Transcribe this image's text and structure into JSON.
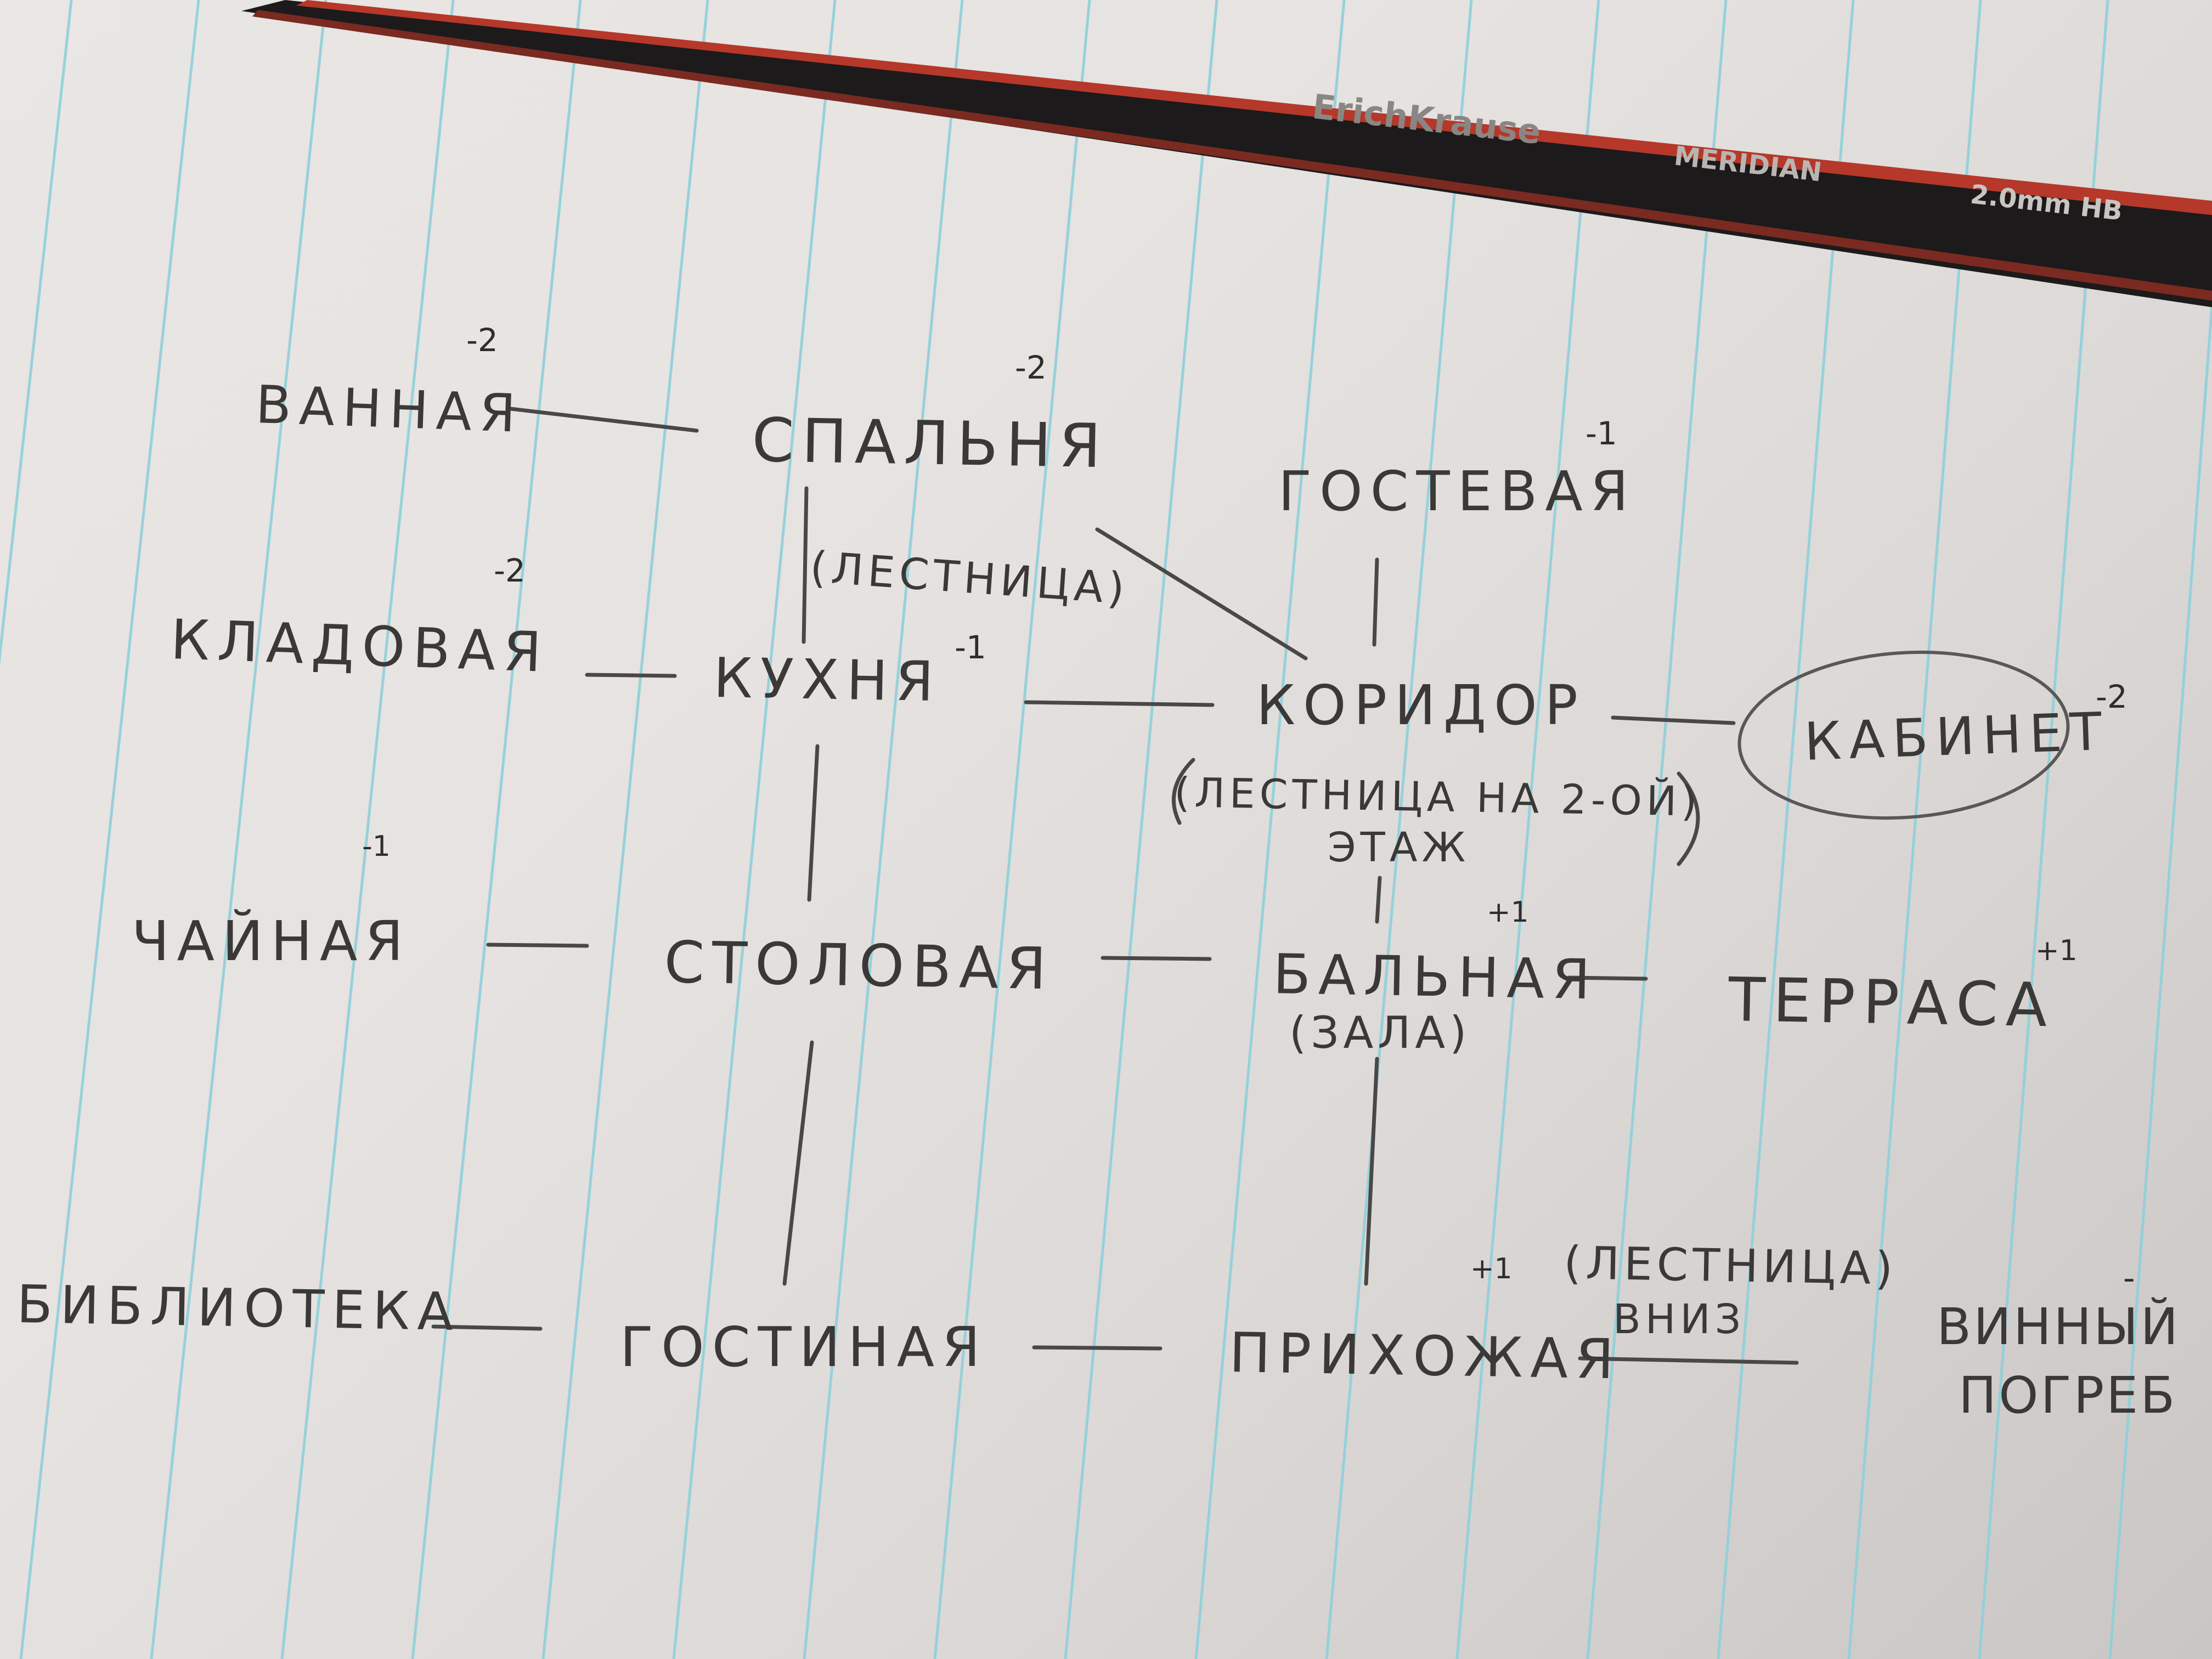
{
  "pencil": {
    "brand": "ErichKrause",
    "model": "MERIDIAN",
    "spec": "2.0mm HB",
    "body_color": "#1c1a1a",
    "stripe_color": "#b5382a"
  },
  "paper": {
    "rule_color": "#8fd0dc",
    "ink_color": "#3b3937"
  },
  "diagram": {
    "nodes": {
      "vannaya": {
        "label": "ВАННАЯ",
        "mark": "-2"
      },
      "spalnya": {
        "label": "СПАЛЬНЯ",
        "mark": "-2"
      },
      "gostevaya": {
        "label": "ГОСТЕВАЯ",
        "mark": "-1"
      },
      "staircase_1": {
        "label": "(ЛЕСТНИЦА)"
      },
      "kladovaya": {
        "label": "КЛАДОВАЯ",
        "mark": "-2"
      },
      "kukhnya": {
        "label": "КУХНЯ",
        "mark": "-1"
      },
      "koridor": {
        "label": "КОРИДОР",
        "note_line1": "(ЛЕСТНИЦА НА 2-ОЙ)",
        "note_line2": "ЭТАЖ"
      },
      "kabinet": {
        "label": "КАБИНЕТ",
        "mark": "-2"
      },
      "chainaya": {
        "label": "ЧАЙНАЯ",
        "mark": "-1"
      },
      "stolovaya": {
        "label": "СТОЛОВАЯ"
      },
      "balnaya": {
        "label": "БАЛЬНАЯ",
        "note": "(ЗАЛА)",
        "mark": "+1"
      },
      "terrasa": {
        "label": "ТЕРРАСА",
        "mark": "+1"
      },
      "biblioteka": {
        "label": "БИБЛИОТЕКА"
      },
      "gostinaya": {
        "label": "ГОСТИНАЯ"
      },
      "prikhozhaya": {
        "label": "ПРИХОЖАЯ",
        "mark": "+1"
      },
      "staircase_down": {
        "label_line1": "(ЛЕСТНИЦА)",
        "label_line2": "ВНИЗ"
      },
      "vinny_pogreb": {
        "label_line1": "ВИННЫЙ",
        "label_line2": "ПОГРЕБ",
        "mark": "-"
      }
    }
  }
}
